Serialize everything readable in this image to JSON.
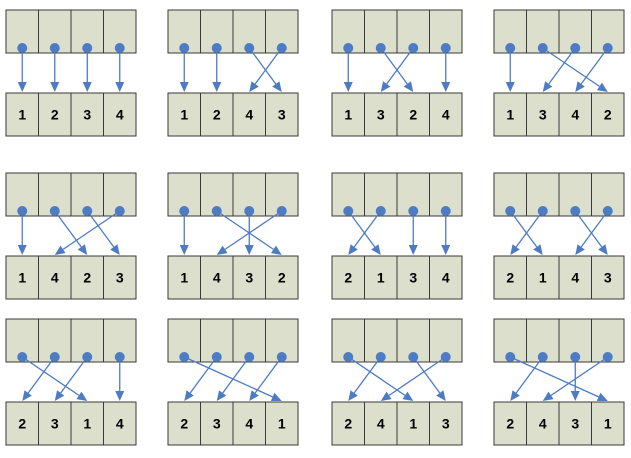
{
  "diagrams": [
    {
      "bottom": [
        "1",
        "2",
        "3",
        "4"
      ]
    },
    {
      "bottom": [
        "1",
        "2",
        "4",
        "3"
      ]
    },
    {
      "bottom": [
        "1",
        "3",
        "2",
        "4"
      ]
    },
    {
      "bottom": [
        "1",
        "3",
        "4",
        "2"
      ]
    },
    {
      "bottom": [
        "1",
        "4",
        "2",
        "3"
      ]
    },
    {
      "bottom": [
        "1",
        "4",
        "3",
        "2"
      ]
    },
    {
      "bottom": [
        "2",
        "1",
        "3",
        "4"
      ]
    },
    {
      "bottom": [
        "2",
        "1",
        "4",
        "3"
      ]
    },
    {
      "bottom": [
        "2",
        "3",
        "1",
        "4"
      ]
    },
    {
      "bottom": [
        "2",
        "3",
        "4",
        "1"
      ]
    },
    {
      "bottom": [
        "2",
        "4",
        "1",
        "3"
      ]
    },
    {
      "bottom": [
        "2",
        "4",
        "3",
        "1"
      ]
    }
  ],
  "colors": {
    "cell_fill": "#dcdfcb",
    "cell_stroke": "#3a3a3a",
    "arrow": "#4d7bc4",
    "text": "#000000"
  }
}
